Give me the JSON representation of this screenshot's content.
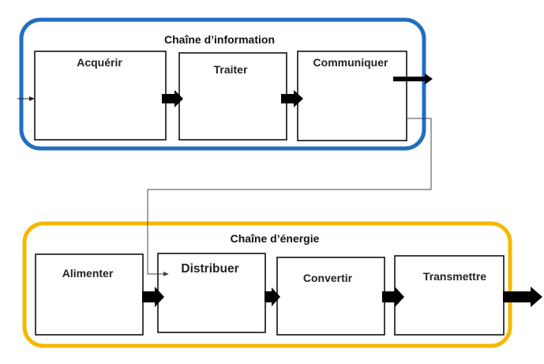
{
  "information_chain": {
    "title": "Chaîne d’information",
    "frame_color": "#1f6fc0",
    "blocks": [
      "Acquérir",
      "Traiter",
      "Communiquer"
    ]
  },
  "energy_chain": {
    "title": "Chaîne d’énergie",
    "frame_color": "#f5b800",
    "blocks": [
      "Alimenter",
      "Distribuer",
      "Convertir",
      "Transmettre"
    ]
  },
  "colors": {
    "block_stroke": "#111111",
    "arrow": "#000000",
    "connector": "#444444"
  }
}
